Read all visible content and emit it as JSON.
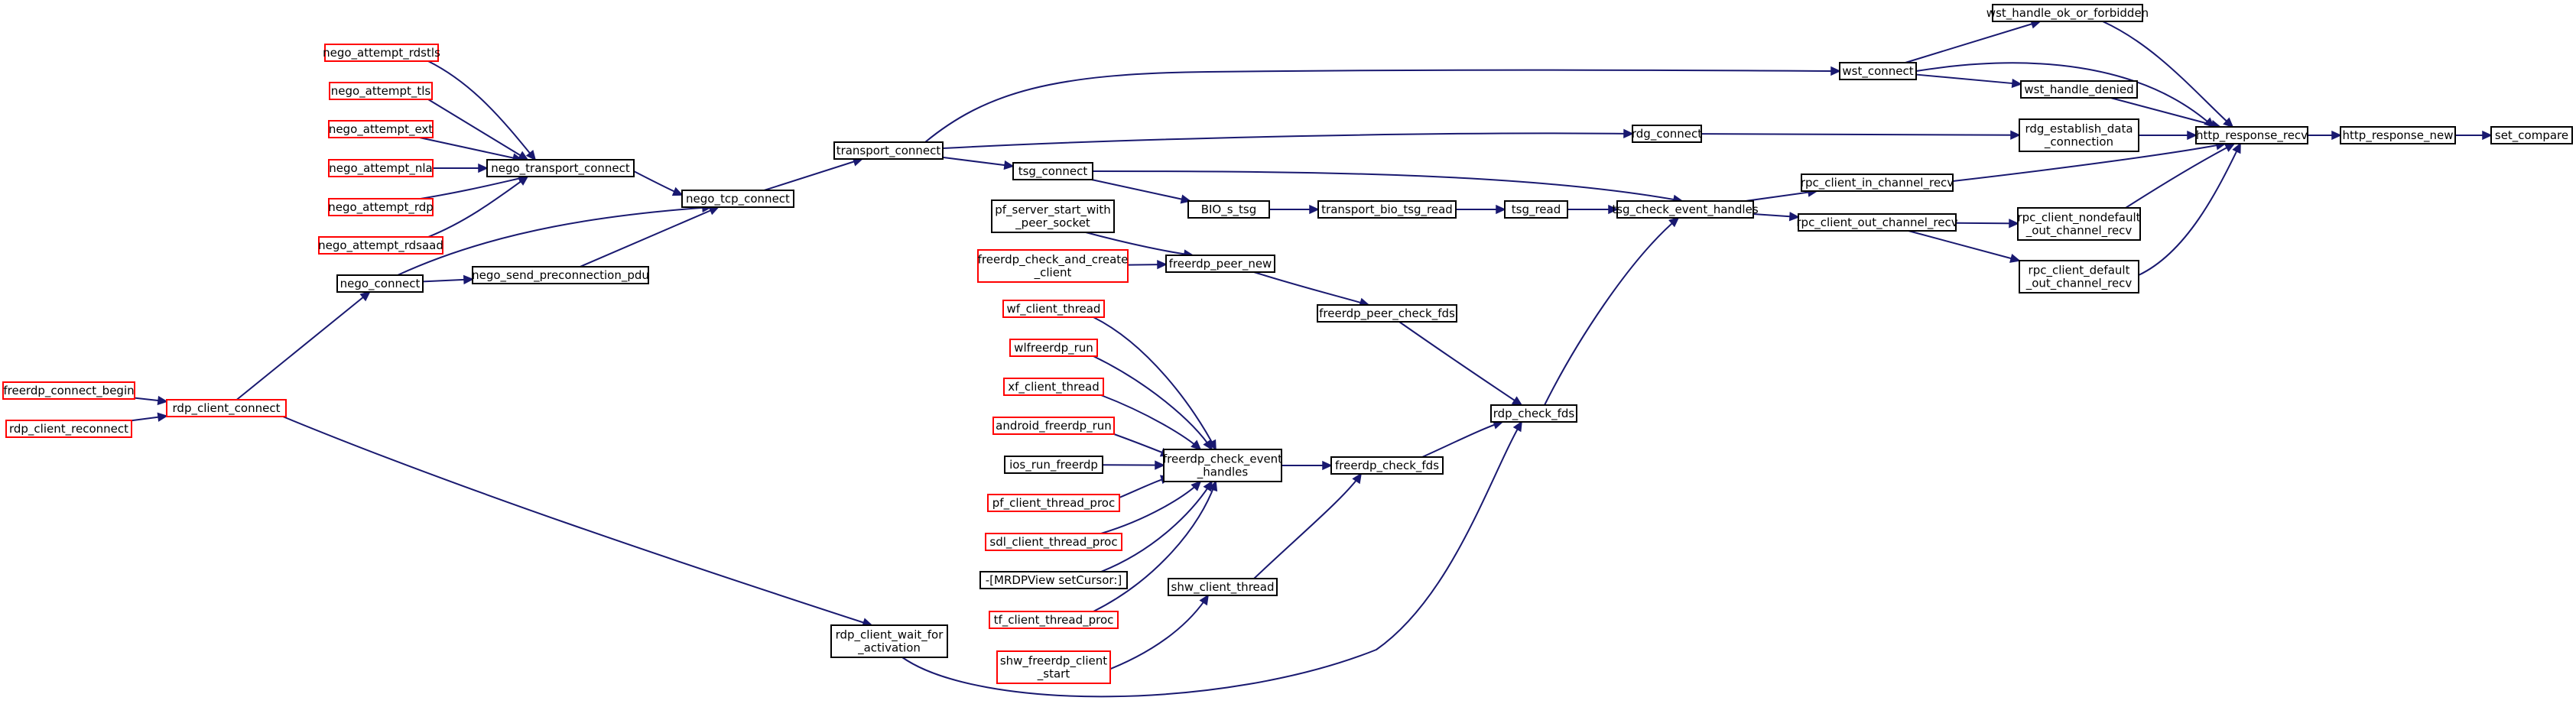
{
  "graph": {
    "title": "",
    "colors": {
      "edge": "#191970",
      "node_border_default": "#000000",
      "node_border_undocumented": "#ff0000",
      "node_fill_highlight": "#bfbfbf",
      "node_fill": "#ffffff"
    },
    "nodes": [
      {
        "id": "set_compare",
        "lines": [
          "set_compare"
        ],
        "style": "highlight"
      },
      {
        "id": "http_response_new",
        "lines": [
          "http_response_new"
        ],
        "style": "black"
      },
      {
        "id": "http_response_recv",
        "lines": [
          "http_response_recv"
        ],
        "style": "black"
      },
      {
        "id": "wst_handle_ok_or_forbidden",
        "lines": [
          "wst_handle_ok_or_forbidden"
        ],
        "style": "black"
      },
      {
        "id": "wst_connect",
        "lines": [
          "wst_connect"
        ],
        "style": "black"
      },
      {
        "id": "wst_handle_denied",
        "lines": [
          "wst_handle_denied"
        ],
        "style": "black"
      },
      {
        "id": "rdg_establish_data_connection",
        "lines": [
          "rdg_establish_data",
          "_connection"
        ],
        "style": "black"
      },
      {
        "id": "rdg_connect",
        "lines": [
          "rdg_connect"
        ],
        "style": "black"
      },
      {
        "id": "rpc_client_in_channel_recv",
        "lines": [
          "rpc_client_in_channel_recv"
        ],
        "style": "black"
      },
      {
        "id": "rpc_client_nondefault_out_channel_recv",
        "lines": [
          "rpc_client_nondefault",
          "_out_channel_recv"
        ],
        "style": "black"
      },
      {
        "id": "rpc_client_out_channel_recv",
        "lines": [
          "rpc_client_out_channel_recv"
        ],
        "style": "black"
      },
      {
        "id": "rpc_client_default_out_channel_recv",
        "lines": [
          "rpc_client_default",
          "_out_channel_recv"
        ],
        "style": "black"
      },
      {
        "id": "tsg_check_event_handles",
        "lines": [
          "tsg_check_event_handles"
        ],
        "style": "black"
      },
      {
        "id": "tsg_read",
        "lines": [
          "tsg_read"
        ],
        "style": "black"
      },
      {
        "id": "transport_bio_tsg_read",
        "lines": [
          "transport_bio_tsg_read"
        ],
        "style": "black"
      },
      {
        "id": "BIO_s_tsg",
        "lines": [
          "BIO_s_tsg"
        ],
        "style": "black"
      },
      {
        "id": "tsg_connect",
        "lines": [
          "tsg_connect"
        ],
        "style": "black"
      },
      {
        "id": "transport_connect",
        "lines": [
          "transport_connect"
        ],
        "style": "black"
      },
      {
        "id": "nego_tcp_connect",
        "lines": [
          "nego_tcp_connect"
        ],
        "style": "black"
      },
      {
        "id": "nego_transport_connect",
        "lines": [
          "nego_transport_connect"
        ],
        "style": "black"
      },
      {
        "id": "nego_send_preconnection_pdu",
        "lines": [
          "nego_send_preconnection_pdu"
        ],
        "style": "black"
      },
      {
        "id": "nego_connect",
        "lines": [
          "nego_connect"
        ],
        "style": "black"
      },
      {
        "id": "nego_attempt_rdstls",
        "lines": [
          "nego_attempt_rdstls"
        ],
        "style": "red"
      },
      {
        "id": "nego_attempt_tls",
        "lines": [
          "nego_attempt_tls"
        ],
        "style": "red"
      },
      {
        "id": "nego_attempt_ext",
        "lines": [
          "nego_attempt_ext"
        ],
        "style": "red"
      },
      {
        "id": "nego_attempt_nla",
        "lines": [
          "nego_attempt_nla"
        ],
        "style": "red"
      },
      {
        "id": "nego_attempt_rdp",
        "lines": [
          "nego_attempt_rdp"
        ],
        "style": "red"
      },
      {
        "id": "nego_attempt_rdsaad",
        "lines": [
          "nego_attempt_rdsaad"
        ],
        "style": "red"
      },
      {
        "id": "rdp_client_connect",
        "lines": [
          "rdp_client_connect"
        ],
        "style": "red"
      },
      {
        "id": "freerdp_connect_begin",
        "lines": [
          "freerdp_connect_begin"
        ],
        "style": "red"
      },
      {
        "id": "rdp_client_reconnect",
        "lines": [
          "rdp_client_reconnect"
        ],
        "style": "red"
      },
      {
        "id": "rdp_client_wait_for_activation",
        "lines": [
          "rdp_client_wait_for",
          "_activation"
        ],
        "style": "black"
      },
      {
        "id": "rdp_check_fds",
        "lines": [
          "rdp_check_fds"
        ],
        "style": "black"
      },
      {
        "id": "freerdp_peer_check_fds",
        "lines": [
          "freerdp_peer_check_fds"
        ],
        "style": "black"
      },
      {
        "id": "freerdp_peer_new",
        "lines": [
          "freerdp_peer_new"
        ],
        "style": "black"
      },
      {
        "id": "pf_server_start_with_peer_socket",
        "lines": [
          "pf_server_start_with",
          "_peer_socket"
        ],
        "style": "black"
      },
      {
        "id": "freerdp_check_and_create_client",
        "lines": [
          "freerdp_check_and_create",
          "_client"
        ],
        "style": "red"
      },
      {
        "id": "freerdp_check_fds",
        "lines": [
          "freerdp_check_fds"
        ],
        "style": "black"
      },
      {
        "id": "freerdp_check_event_handles",
        "lines": [
          "freerdp_check_event",
          "_handles"
        ],
        "style": "black"
      },
      {
        "id": "shw_client_thread",
        "lines": [
          "shw_client_thread"
        ],
        "style": "black"
      },
      {
        "id": "wf_client_thread",
        "lines": [
          "wf_client_thread"
        ],
        "style": "red"
      },
      {
        "id": "wlfreerdp_run",
        "lines": [
          "wlfreerdp_run"
        ],
        "style": "red"
      },
      {
        "id": "xf_client_thread",
        "lines": [
          "xf_client_thread"
        ],
        "style": "red"
      },
      {
        "id": "android_freerdp_run",
        "lines": [
          "android_freerdp_run"
        ],
        "style": "red"
      },
      {
        "id": "ios_run_freerdp",
        "lines": [
          "ios_run_freerdp"
        ],
        "style": "black"
      },
      {
        "id": "pf_client_thread_proc",
        "lines": [
          "pf_client_thread_proc"
        ],
        "style": "red"
      },
      {
        "id": "sdl_client_thread_proc",
        "lines": [
          "sdl_client_thread_proc"
        ],
        "style": "red"
      },
      {
        "id": "MRDPView_setCursor",
        "lines": [
          "-[MRDPView setCursor:]"
        ],
        "style": "black"
      },
      {
        "id": "tf_client_thread_proc",
        "lines": [
          "tf_client_thread_proc"
        ],
        "style": "red"
      },
      {
        "id": "shw_freerdp_client_start",
        "lines": [
          "shw_freerdp_client",
          "_start"
        ],
        "style": "red"
      }
    ],
    "edges": [
      [
        "http_response_new",
        "set_compare"
      ],
      [
        "http_response_recv",
        "http_response_new"
      ],
      [
        "wst_handle_ok_or_forbidden",
        "http_response_recv"
      ],
      [
        "wst_connect",
        "http_response_recv"
      ],
      [
        "wst_handle_denied",
        "http_response_recv"
      ],
      [
        "rdg_establish_data_connection",
        "http_response_recv"
      ],
      [
        "rpc_client_in_channel_recv",
        "http_response_recv"
      ],
      [
        "rpc_client_nondefault_out_channel_recv",
        "http_response_recv"
      ],
      [
        "rpc_client_default_out_channel_recv",
        "http_response_recv"
      ],
      [
        "wst_connect",
        "wst_handle_ok_or_forbidden"
      ],
      [
        "wst_connect",
        "wst_handle_denied"
      ],
      [
        "transport_connect",
        "wst_connect"
      ],
      [
        "rdg_connect",
        "rdg_establish_data_connection"
      ],
      [
        "transport_connect",
        "rdg_connect"
      ],
      [
        "tsg_check_event_handles",
        "rpc_client_in_channel_recv"
      ],
      [
        "tsg_check_event_handles",
        "rpc_client_out_channel_recv"
      ],
      [
        "rpc_client_out_channel_recv",
        "rpc_client_nondefault_out_channel_recv"
      ],
      [
        "rpc_client_out_channel_recv",
        "rpc_client_default_out_channel_recv"
      ],
      [
        "tsg_read",
        "tsg_check_event_handles"
      ],
      [
        "tsg_connect",
        "tsg_check_event_handles"
      ],
      [
        "rdp_check_fds",
        "tsg_check_event_handles"
      ],
      [
        "transport_bio_tsg_read",
        "tsg_read"
      ],
      [
        "BIO_s_tsg",
        "transport_bio_tsg_read"
      ],
      [
        "tsg_connect",
        "BIO_s_tsg"
      ],
      [
        "transport_connect",
        "tsg_connect"
      ],
      [
        "nego_tcp_connect",
        "transport_connect"
      ],
      [
        "nego_transport_connect",
        "nego_tcp_connect"
      ],
      [
        "nego_connect",
        "nego_tcp_connect"
      ],
      [
        "nego_send_preconnection_pdu",
        "nego_tcp_connect"
      ],
      [
        "nego_attempt_rdstls",
        "nego_transport_connect"
      ],
      [
        "nego_attempt_tls",
        "nego_transport_connect"
      ],
      [
        "nego_attempt_ext",
        "nego_transport_connect"
      ],
      [
        "nego_attempt_nla",
        "nego_transport_connect"
      ],
      [
        "nego_attempt_rdp",
        "nego_transport_connect"
      ],
      [
        "nego_attempt_rdsaad",
        "nego_transport_connect"
      ],
      [
        "nego_connect",
        "nego_send_preconnection_pdu"
      ],
      [
        "rdp_client_connect",
        "nego_connect"
      ],
      [
        "freerdp_connect_begin",
        "rdp_client_connect"
      ],
      [
        "rdp_client_reconnect",
        "rdp_client_connect"
      ],
      [
        "rdp_client_connect",
        "rdp_client_wait_for_activation"
      ],
      [
        "rdp_client_wait_for_activation",
        "rdp_check_fds"
      ],
      [
        "freerdp_peer_check_fds",
        "rdp_check_fds"
      ],
      [
        "freerdp_check_fds",
        "rdp_check_fds"
      ],
      [
        "freerdp_peer_new",
        "freerdp_peer_check_fds"
      ],
      [
        "pf_server_start_with_peer_socket",
        "freerdp_peer_new"
      ],
      [
        "freerdp_check_and_create_client",
        "freerdp_peer_new"
      ],
      [
        "freerdp_check_event_handles",
        "freerdp_check_fds"
      ],
      [
        "shw_client_thread",
        "freerdp_check_fds"
      ],
      [
        "wf_client_thread",
        "freerdp_check_event_handles"
      ],
      [
        "wlfreerdp_run",
        "freerdp_check_event_handles"
      ],
      [
        "xf_client_thread",
        "freerdp_check_event_handles"
      ],
      [
        "android_freerdp_run",
        "freerdp_check_event_handles"
      ],
      [
        "ios_run_freerdp",
        "freerdp_check_event_handles"
      ],
      [
        "pf_client_thread_proc",
        "freerdp_check_event_handles"
      ],
      [
        "sdl_client_thread_proc",
        "freerdp_check_event_handles"
      ],
      [
        "MRDPView_setCursor",
        "freerdp_check_event_handles"
      ],
      [
        "tf_client_thread_proc",
        "freerdp_check_event_handles"
      ],
      [
        "shw_freerdp_client_start",
        "shw_client_thread"
      ]
    ]
  }
}
